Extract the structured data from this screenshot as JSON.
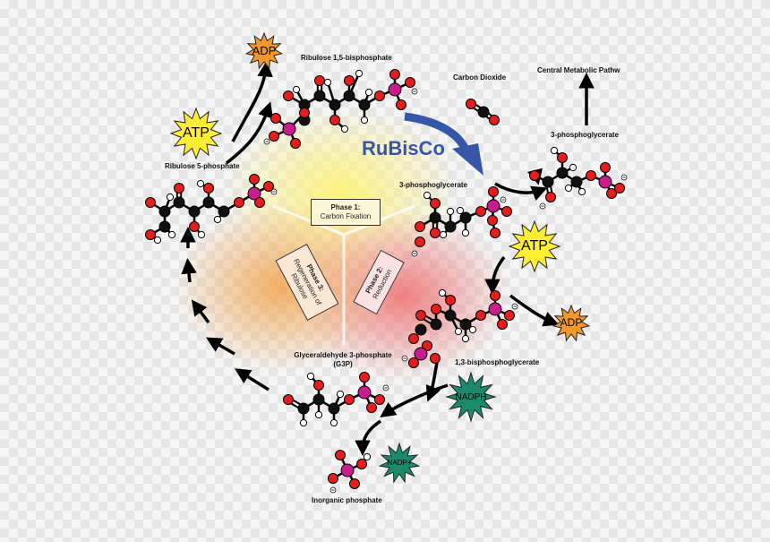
{
  "enzyme": "RuBisCo",
  "labels": {
    "rubp": "Ribulose 1,5-bisphosphate",
    "co2": "Carbon Dioxide",
    "central": "Central Metabolic Pathw",
    "pga_right": "3-phosphoglycerate",
    "pga_center": "3-phosphoglycerate",
    "bpg": "1,3-bisphosphoglycerate",
    "g3p": "Glyceraldehyde 3-phosphate",
    "g3p_abbr": "(G3P)",
    "pi": "Inorganic phosphate",
    "ru5p": "Ribulose 5-phosphate"
  },
  "phases": {
    "p1_title": "Phase 1:",
    "p1_sub": "Carbon Fixation",
    "p2_title": "Phase 2:",
    "p2_sub": "Reduction",
    "p3_title": "Phase 3:",
    "p3_sub": "Regeneration of Ribulose"
  },
  "cofactors": {
    "atp_left": "ATP",
    "adp_top": "ADP",
    "atp_right": "ATP",
    "adp_right": "ADP",
    "nadph": "NADPH",
    "nadp": "NADP+"
  },
  "colors": {
    "atp": "#ffee33",
    "adp": "#f2972c",
    "nadph": "#1b8a6b",
    "enzyme": "#3656a8",
    "carbon": "#111111",
    "oxygen": "#e41e1e",
    "phosphorus": "#c81d8c"
  }
}
